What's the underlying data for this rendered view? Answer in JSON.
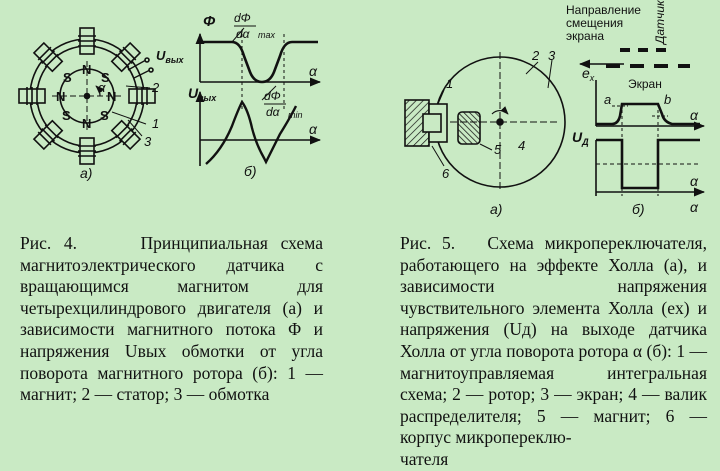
{
  "fig4": {
    "magnets": [
      "N",
      "S",
      "N",
      "S",
      "N",
      "S",
      "N",
      "S"
    ],
    "alpha": "α",
    "u_out": "U",
    "u_out_sub": "вых",
    "part_labels": [
      "1",
      "2",
      "3"
    ],
    "sub_a": "а)",
    "sub_b": "б)",
    "phi_axis": "Φ",
    "alpha_axis": "α",
    "dphi_num": "dΦ",
    "dphi_den": "dα",
    "max_sub": "max",
    "min_sub": "min",
    "uvyh_axis": "U",
    "uvyh_sub": "вых",
    "caption": {
      "num": "Рис. 4.",
      "text": "Принципиальная схема магнитоэлектрического датчика с вращающимся магнитом для четырехцилиндрового двигателя (а) и зависимости магнитного потока Φ и напряжения Uвых обмотки от угла поворота магнитного ротора (б): 1 — магнит; 2 — статор; 3 — обмотка"
    }
  },
  "fig5": {
    "direction_label": [
      "Направление",
      "смещения",
      "экрана"
    ],
    "sensor_label": "Датчик",
    "screen_label": "Экран",
    "ex_label": "e",
    "ex_sub": "x",
    "ud_label": "U",
    "ud_sub": "Д",
    "a_mark": "a",
    "b_mark": "b",
    "alpha_axis": "α",
    "part_labels": [
      "1",
      "2",
      "3",
      "4",
      "5",
      "6"
    ],
    "sub_a": "а)",
    "sub_b": "б)",
    "caption": {
      "num": "Рис. 5.",
      "text": "Схема микропереключателя, работающего на эффекте Холла (а), и зависимости напряжения чувствительного элемента Холла (ex) и напряжения (Uд) на выходе датчика Холла от угла поворота ротора α (б): 1 — магнитоуправляемая интегральная схема; 2 — ротор; 3 — экран; 4 — валик распределителя; 5 — магнит; 6 — корпус микропереклю-",
      "last_line": "чателя"
    }
  }
}
